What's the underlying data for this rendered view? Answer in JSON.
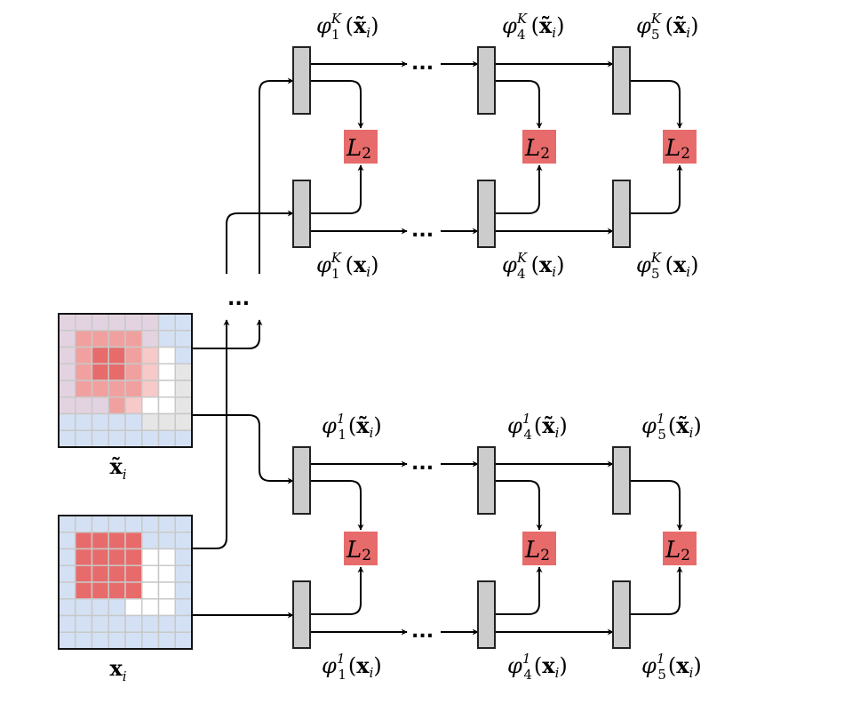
{
  "figure": {
    "type": "feature-matching diagram",
    "colors": {
      "block_fill": "#cccccc",
      "block_stroke": "#222222",
      "loss_fill": "#e86b6b",
      "grid_line": "#c8c8c8",
      "grid_border": "#111111",
      "arrow": "#000000"
    },
    "cell_colors": {
      "B": "#d4e1f4",
      "P": "#e3d3e0",
      "r1": "#f0a09e",
      "r2": "#e86b6b",
      "r3": "#f7c9c9",
      "W": "#ffffff",
      "G": "#e6e6e6",
      "R": "#e86b6b"
    },
    "inputs": [
      {
        "id": "x_tilde",
        "label": "x̃",
        "subscript": "i",
        "grid": [
          [
            "P",
            "P",
            "P",
            "P",
            "P",
            "P",
            "B",
            "B"
          ],
          [
            "P",
            "r1",
            "r1",
            "r1",
            "r1",
            "P",
            "B",
            "B"
          ],
          [
            "P",
            "r1",
            "r2",
            "r2",
            "r1",
            "r3",
            "W",
            "B"
          ],
          [
            "P",
            "r1",
            "r2",
            "r2",
            "r1",
            "r3",
            "W",
            "G"
          ],
          [
            "P",
            "r1",
            "r1",
            "r1",
            "r1",
            "r3",
            "W",
            "G"
          ],
          [
            "P",
            "P",
            "P",
            "r1",
            "r3",
            "W",
            "W",
            "G"
          ],
          [
            "B",
            "B",
            "B",
            "B",
            "B",
            "G",
            "G",
            "G"
          ],
          [
            "B",
            "B",
            "B",
            "B",
            "B",
            "B",
            "B",
            "B"
          ]
        ]
      },
      {
        "id": "x",
        "label": "x",
        "subscript": "i",
        "grid": [
          [
            "B",
            "B",
            "B",
            "B",
            "B",
            "B",
            "B",
            "B"
          ],
          [
            "B",
            "R",
            "R",
            "R",
            "R",
            "B",
            "B",
            "B"
          ],
          [
            "B",
            "R",
            "R",
            "R",
            "R",
            "W",
            "W",
            "B"
          ],
          [
            "B",
            "R",
            "R",
            "R",
            "R",
            "W",
            "W",
            "B"
          ],
          [
            "B",
            "R",
            "R",
            "R",
            "R",
            "W",
            "W",
            "B"
          ],
          [
            "B",
            "B",
            "B",
            "B",
            "W",
            "W",
            "W",
            "B"
          ],
          [
            "B",
            "B",
            "B",
            "B",
            "B",
            "B",
            "B",
            "B"
          ],
          [
            "B",
            "B",
            "B",
            "B",
            "B",
            "B",
            "B",
            "B"
          ]
        ]
      }
    ],
    "ellipsis": "...",
    "loss_label": "L",
    "loss_subscript": "2",
    "groups": [
      {
        "superscript": "K",
        "layers": [
          {
            "index": "1",
            "top_label": {
              "phi": "φ",
              "sub": "1",
              "sup": "K",
              "arg": "x̃",
              "arg_sub": "i"
            },
            "bottom_label": {
              "phi": "φ",
              "sub": "1",
              "sup": "K",
              "arg": "x",
              "arg_sub": "i"
            }
          },
          {
            "index": "4",
            "top_label": {
              "phi": "φ",
              "sub": "4",
              "sup": "K",
              "arg": "x̃",
              "arg_sub": "i"
            },
            "bottom_label": {
              "phi": "φ",
              "sub": "4",
              "sup": "K",
              "arg": "x",
              "arg_sub": "i"
            }
          },
          {
            "index": "5",
            "top_label": {
              "phi": "φ",
              "sub": "5",
              "sup": "K",
              "arg": "x̃",
              "arg_sub": "i"
            },
            "bottom_label": {
              "phi": "φ",
              "sub": "5",
              "sup": "K",
              "arg": "x",
              "arg_sub": "i"
            }
          }
        ]
      },
      {
        "superscript": "1",
        "layers": [
          {
            "index": "1",
            "top_label": {
              "phi": "φ",
              "sub": "1",
              "sup": "1",
              "arg": "x̃",
              "arg_sub": "i"
            },
            "bottom_label": {
              "phi": "φ",
              "sub": "1",
              "sup": "1",
              "arg": "x",
              "arg_sub": "i"
            }
          },
          {
            "index": "4",
            "top_label": {
              "phi": "φ",
              "sub": "4",
              "sup": "1",
              "arg": "x̃",
              "arg_sub": "i"
            },
            "bottom_label": {
              "phi": "φ",
              "sub": "4",
              "sup": "1",
              "arg": "x",
              "arg_sub": "i"
            }
          },
          {
            "index": "5",
            "top_label": {
              "phi": "φ",
              "sub": "5",
              "sup": "1",
              "arg": "x̃",
              "arg_sub": "i"
            },
            "bottom_label": {
              "phi": "φ",
              "sub": "5",
              "sup": "1",
              "arg": "x",
              "arg_sub": "i"
            }
          }
        ]
      }
    ]
  }
}
